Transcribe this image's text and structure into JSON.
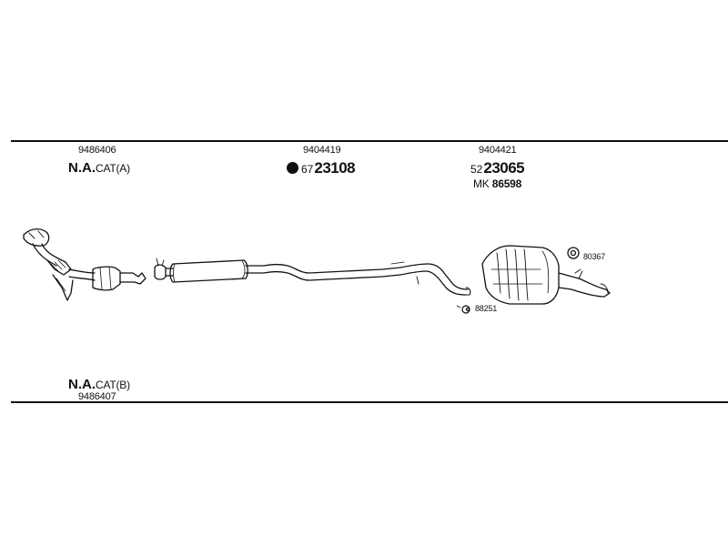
{
  "part_a": {
    "number": "9486406",
    "prefix": "N.A.",
    "name": "CAT(A)"
  },
  "part_b": {
    "number": "9404419",
    "code_prefix": "67",
    "code": "23108"
  },
  "part_c": {
    "number": "9404421",
    "code_prefix": "52",
    "code": "23065",
    "mk_label": "MK",
    "mk_code": "86598"
  },
  "part_d": {
    "prefix": "N.A.",
    "name": "CAT(B)",
    "number": "9486407"
  },
  "callouts": {
    "clamp": "80367",
    "hanger": "88251"
  },
  "colors": {
    "line": "#111111",
    "background": "#ffffff"
  }
}
